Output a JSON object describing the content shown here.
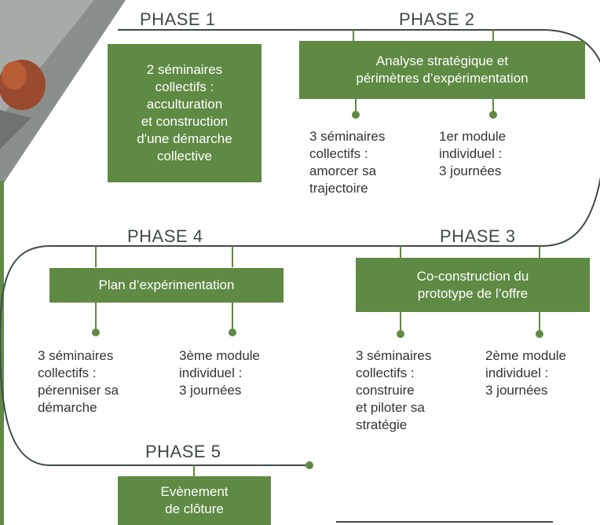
{
  "colors": {
    "green": "#5e8a43",
    "track": "#3f4a48",
    "text": "#333333"
  },
  "phases": [
    {
      "title": "PHASE 1",
      "box": "2 séminaires\ncollectifs :\nacculturation\net construction\nd'une démarche\ncollective"
    },
    {
      "title": "PHASE 2",
      "box": "Analyse stratégique et\npérimètres d’expérimentation",
      "items": [
        "3 séminaires\ncollectifs :\namorcer sa\ntrajectoire",
        "1er module\nindividuel :\n3 journées"
      ]
    },
    {
      "title": "PHASE 3",
      "box": "Co-construction du\nprototype de l’offre",
      "items": [
        "3 séminaires\ncollectifs :\nconstruire\net piloter sa\nstratégie",
        "2ème module\nindividuel :\n3 journées"
      ]
    },
    {
      "title": "PHASE 4",
      "box": "Plan d’expérimentation",
      "items": [
        "3 séminaires\ncollectifs :\npérenniser sa\ndémarche",
        "3ème module\nindividuel :\n3 journées"
      ]
    },
    {
      "title": "PHASE 5",
      "box": "Evènement\nde clôture"
    }
  ]
}
